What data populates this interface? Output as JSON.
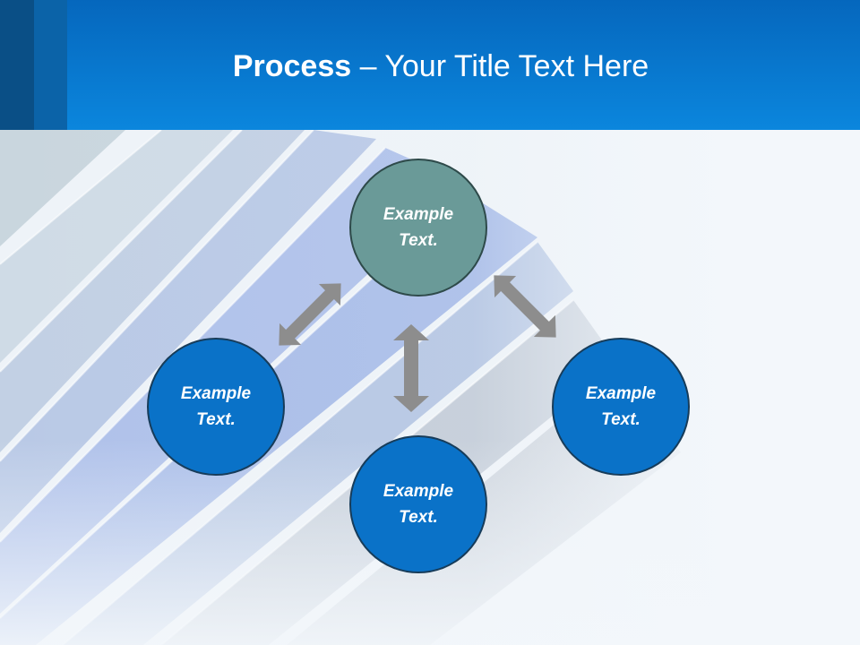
{
  "title": {
    "bold": "Process",
    "rest": " – Your Title Text Here"
  },
  "colors": {
    "header": "#0b7fd6",
    "node_blue": "#0a72c8",
    "node_teal": "#6a9a98",
    "arrow": "#8d8d8d"
  },
  "nodes": {
    "top": {
      "line1": "Example",
      "line2": "Text."
    },
    "left": {
      "line1": "Example",
      "line2": "Text."
    },
    "right": {
      "line1": "Example",
      "line2": "Text."
    },
    "bottom": {
      "line1": "Example",
      "line2": "Text."
    }
  }
}
